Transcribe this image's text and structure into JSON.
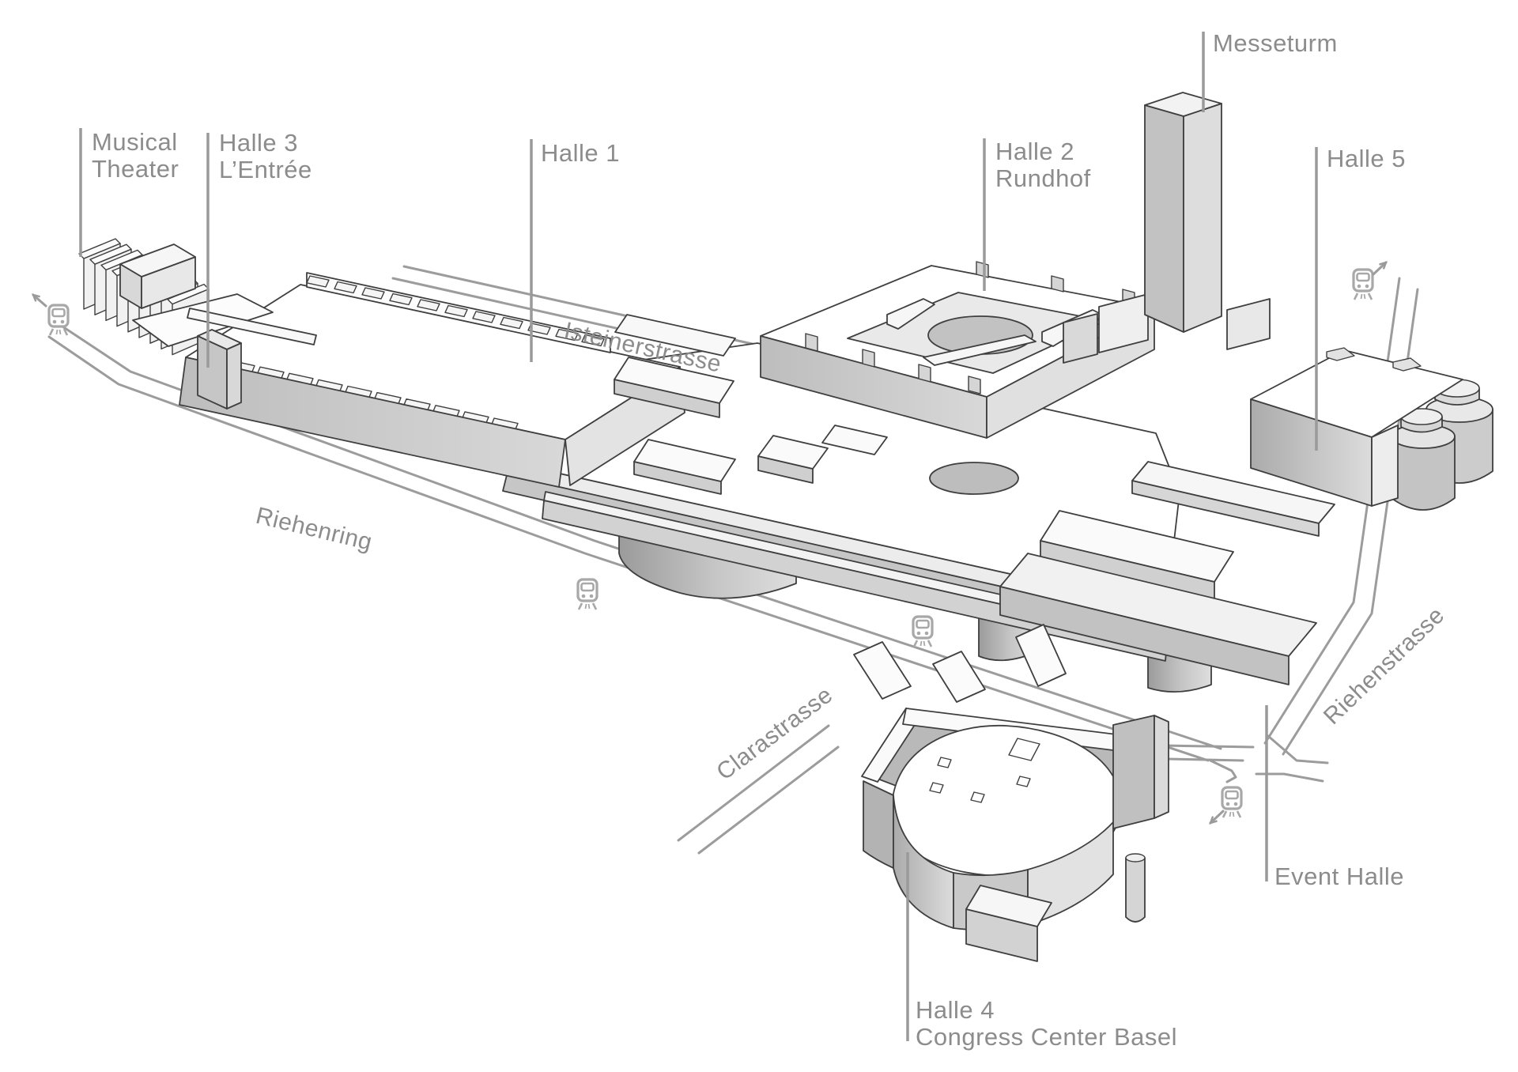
{
  "labels": {
    "musical_theater": {
      "line1": "Musical",
      "line2": "Theater"
    },
    "halle_3": {
      "line1": "Halle 3",
      "line2": "L’Entrée"
    },
    "halle_1": {
      "line1": "Halle 1"
    },
    "halle_2": {
      "line1": "Halle 2",
      "line2": "Rundhof"
    },
    "messeturm": {
      "line1": "Messeturm"
    },
    "halle_5": {
      "line1": "Halle 5"
    },
    "event_halle": {
      "line1": "Event Halle"
    },
    "halle_4": {
      "line1": "Halle 4",
      "line2": "Congress Center Basel"
    }
  },
  "streets": {
    "isteinerstrasse": "Isteinerstrasse",
    "riehenring": "Riehenring",
    "clarastrasse": "Clarastrasse",
    "riehenstrasse": "Riehenstrasse"
  },
  "transit": {
    "stops": [
      {
        "id": "northwest-terminus",
        "icon": "tram-icon",
        "arrow": "up-left"
      },
      {
        "id": "riehenring-west",
        "icon": "tram-icon",
        "arrow": "none"
      },
      {
        "id": "riehenring-center",
        "icon": "tram-icon",
        "arrow": "none"
      },
      {
        "id": "riehenstrasse-northeast",
        "icon": "tram-icon",
        "arrow": "up-right"
      },
      {
        "id": "clarastrasse-junction",
        "icon": "tram-icon",
        "arrow": "down-left"
      }
    ]
  },
  "icons": {
    "tram": "tram-icon",
    "arrow_up_left": "arrow-up-left-icon",
    "arrow_up_right": "arrow-up-right-icon",
    "arrow_down_left": "arrow-down-left-icon"
  },
  "colors": {
    "background": "#ffffff",
    "label_text": "#8c8c8c",
    "street_line": "#9c9c9c",
    "leader_line": "#9a9a9a",
    "building_outline": "#3f3f3f",
    "building_fill_light": "#ffffff",
    "building_fill_mid": "#d9d9d9",
    "building_fill_dark": "#b2b2b2",
    "tram_icon": "#a8a8a8"
  }
}
